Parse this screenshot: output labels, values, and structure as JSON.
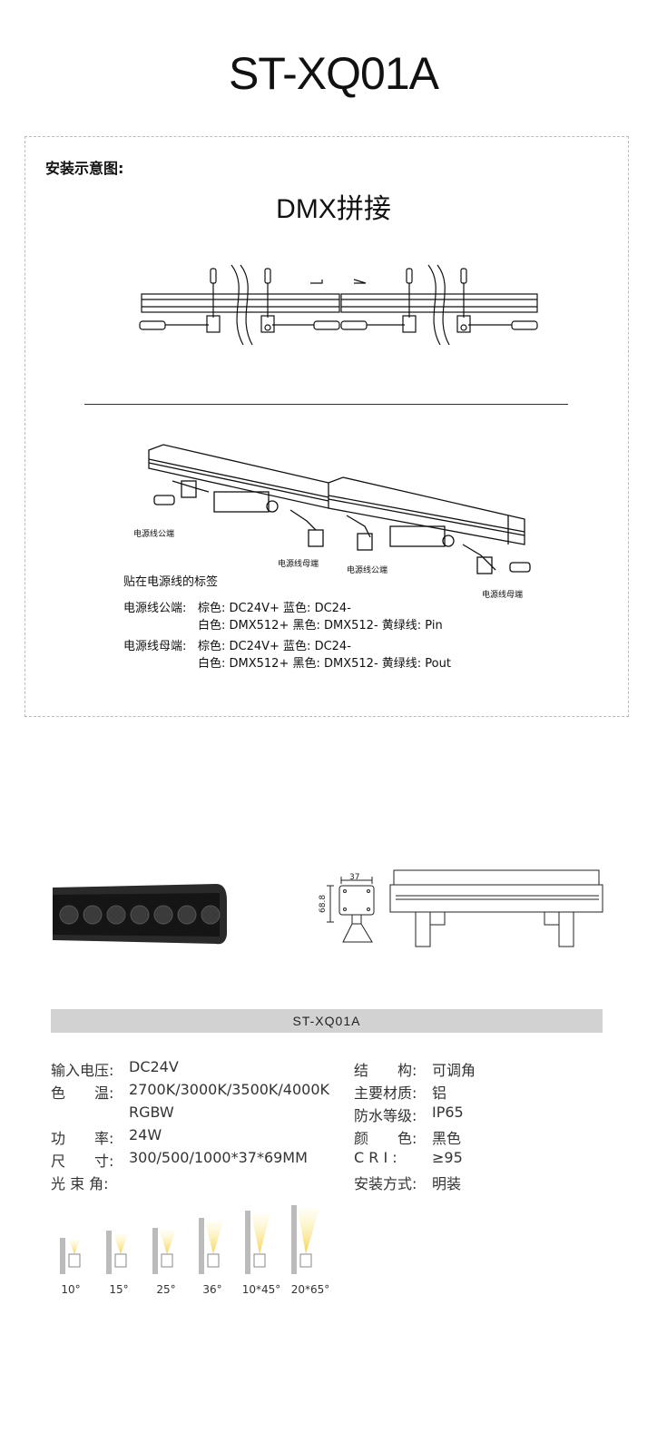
{
  "title": "ST-XQ01A",
  "install": {
    "heading": "安装示意图:",
    "dmx_title": "DMX拼接",
    "male_end_label": "电源线公端",
    "female_end_label": "电源线母端",
    "label_note": "贴在电源线的标签",
    "male": {
      "prefix": "电源线公端:",
      "line1": "棕色: DC24V+ 蓝色: DC24-",
      "line2": "白色: DMX512+ 黑色: DMX512- 黄绿线: Pin"
    },
    "female": {
      "prefix": "电源线母端:",
      "line1": "棕色: DC24V+ 蓝色: DC24-",
      "line2": "白色: DMX512+ 黑色: DMX512- 黄绿线: Pout"
    }
  },
  "dimensions": {
    "width_label": "37",
    "height_label": "68.8"
  },
  "spec_bar": "ST-XQ01A",
  "specs_left": [
    {
      "label": "输入电压:",
      "value": "DC24V"
    },
    {
      "label": "色　　温:",
      "value": "2700K/3000K/3500K/4000K"
    },
    {
      "label": "",
      "value": "RGBW"
    },
    {
      "label": "功　　率:",
      "value": "24W"
    },
    {
      "label": "尺　　寸:",
      "value": "300/500/1000*37*69MM"
    },
    {
      "label": "光 束 角:",
      "value": ""
    }
  ],
  "specs_right": [
    {
      "label": "结　　构:",
      "value": "可调角"
    },
    {
      "label": "主要材质:",
      "value": "铝"
    },
    {
      "label": "防水等级:",
      "value": "IP65"
    },
    {
      "label": "颜　　色:",
      "value": "黑色"
    },
    {
      "label": "C R I :",
      "value": "≥95"
    },
    {
      "label": "安装方式:",
      "value": "明装"
    }
  ],
  "beam_angles": [
    "10°",
    "15°",
    "25°",
    "36°",
    "10*45°",
    "20*65°"
  ]
}
